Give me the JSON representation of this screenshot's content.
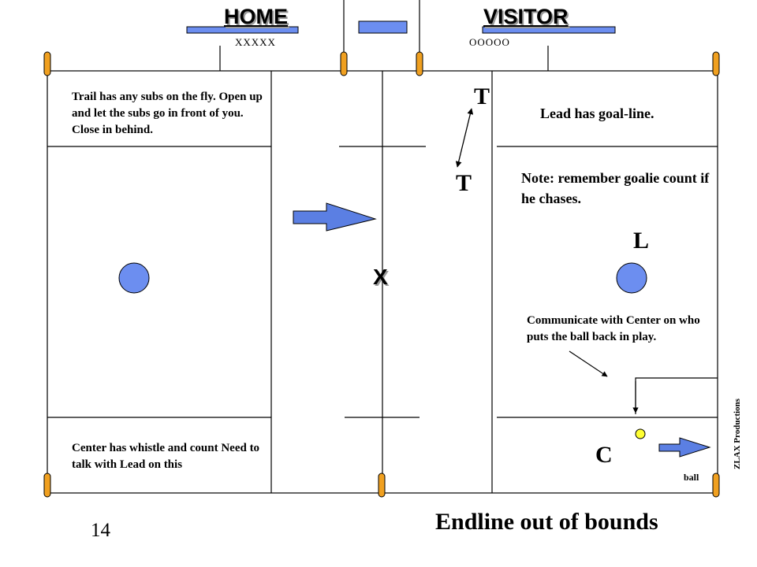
{
  "header": {
    "home_label": "HOME",
    "visitor_label": "VISITOR",
    "home_bench": "XXXXX",
    "visitor_bench": "OOOOO"
  },
  "positions": {
    "trail_top": "T",
    "trail_mid": "T",
    "lead": "L",
    "center": "C",
    "x_mark": "X"
  },
  "notes": {
    "trail_note": "Trail has any subs on the fly. Open up and let the subs go in front of you.  Close in behind.",
    "lead_note": "Lead has goal-line.",
    "goalie_note": "Note: remember goalie count if he chases.",
    "communicate_note": "Communicate with Center on who puts the ball back in play.",
    "center_note": "Center has whistle and count Need to talk with Lead on this"
  },
  "ball_label": "ball",
  "credit": "ZLAX  Productions",
  "slide_number": "14",
  "slide_title": "Endline out of bounds",
  "colors": {
    "accent_blue": "#6c8ef0",
    "arrow_blue": "#5b7fe3",
    "ball_yellow": "#ffff33",
    "post_orange": "#f0a020"
  }
}
